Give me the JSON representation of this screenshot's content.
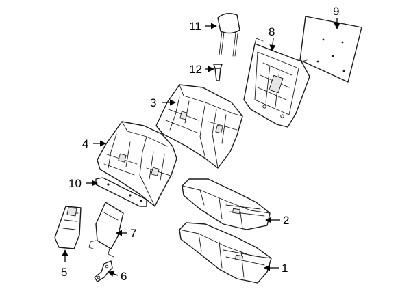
{
  "callouts": [
    {
      "id": "1",
      "text": "1"
    },
    {
      "id": "2",
      "text": "2"
    },
    {
      "id": "3",
      "text": "3"
    },
    {
      "id": "4",
      "text": "4"
    },
    {
      "id": "5",
      "text": "5"
    },
    {
      "id": "6",
      "text": "6"
    },
    {
      "id": "7",
      "text": "7"
    },
    {
      "id": "8",
      "text": "8"
    },
    {
      "id": "9",
      "text": "9"
    },
    {
      "id": "10",
      "text": "10"
    },
    {
      "id": "11",
      "text": "11"
    },
    {
      "id": "12",
      "text": "12"
    }
  ],
  "colors": {
    "line": "#1a1a1a",
    "fill": "#ffffff",
    "shade": "#e6e6e6"
  }
}
